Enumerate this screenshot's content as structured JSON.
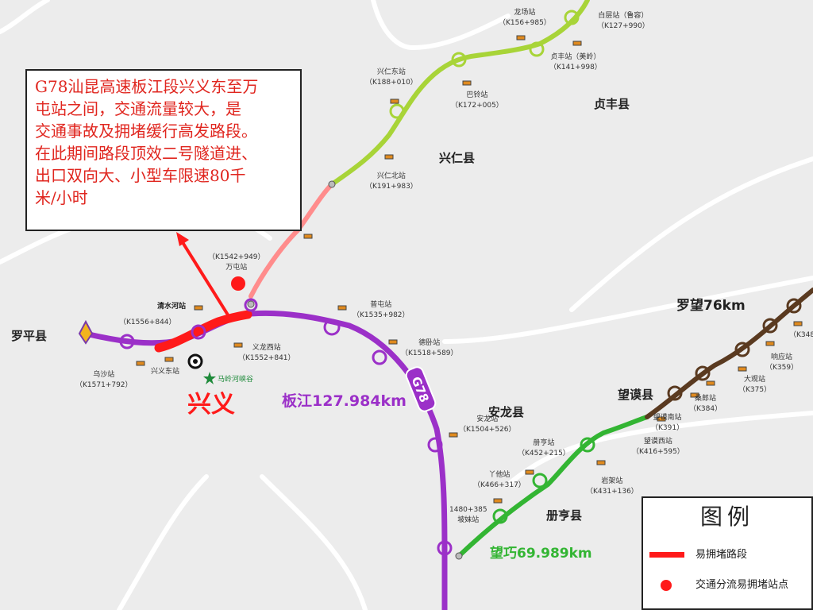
{
  "callout": {
    "lines": [
      "G78汕昆高速板江段兴义东至万",
      "屯站之间，交通流量较大，是",
      "交通事故及拥堵缓行高发路段。",
      "在此期间路段顶效二号隧道进、",
      "出口双向大、小型车限速80千",
      "米/小时"
    ]
  },
  "regions": {
    "zhenfeng": "贞丰县",
    "xingren": "兴仁县",
    "luoping": "罗平县",
    "xingyi": "兴义",
    "anlong": "安龙县",
    "wangmo": "望谟县",
    "ceheng": "册亨县"
  },
  "segments": {
    "banjiang": "板江127.984km",
    "wangqiao": "望巧69.989km",
    "luowang": "罗望76km",
    "g78": "G78"
  },
  "stations": [
    {
      "id": "longtou",
      "name": "龙场站",
      "km": "（K156+985）"
    },
    {
      "id": "baicheng",
      "name": "白层站（鲁容）",
      "km": "（K127+990）"
    },
    {
      "id": "zhenfeng",
      "name": "贞丰站（美岭）",
      "km": "（K141+998）"
    },
    {
      "id": "baijiao",
      "name": "巴铃站",
      "km": "（K172+005）"
    },
    {
      "id": "xingrendong",
      "name": "兴仁东站",
      "km": "（K188+010）"
    },
    {
      "id": "xingrenbei",
      "name": "兴仁北站",
      "km": "（K191+983）"
    },
    {
      "id": "wantun",
      "name": "万屯站",
      "km": "（K1542+949）"
    },
    {
      "id": "qingshuihe",
      "name": "清水河站",
      "km": ""
    },
    {
      "id": "wuweibei",
      "name": "",
      "km": "（K1556+844）"
    },
    {
      "id": "xingyixi",
      "name": "义龙西站",
      "km": "（K1552+841）"
    },
    {
      "id": "wusha",
      "name": "乌沙站",
      "km": "（K1571+792）"
    },
    {
      "id": "xingyidong",
      "name": "兴义东站",
      "km": ""
    },
    {
      "id": "malinghe",
      "name": "马岭河峡谷",
      "km": ""
    },
    {
      "id": "dingxiao",
      "name": "普屯站",
      "km": "（K1535+982）"
    },
    {
      "id": "dexi",
      "name": "德卧站",
      "km": "（K1518+589）"
    },
    {
      "id": "anlong",
      "name": "安龙站",
      "km": "（K1504+526）"
    },
    {
      "id": "cehengbei",
      "name": "册亨站",
      "km": "（K452+215）"
    },
    {
      "id": "dingtou",
      "name": "丫他站",
      "km": "（K466+317）"
    },
    {
      "id": "yanjia",
      "name": "岩架站",
      "km": "（K431+136）"
    },
    {
      "id": "wangqiao",
      "name": "坡妹站",
      "km": "1480+385"
    },
    {
      "id": "wangmo",
      "name": "望谟西站",
      "km": "（K416+595）"
    },
    {
      "id": "wanggang",
      "name": "望谟南站",
      "km": "（K391）"
    },
    {
      "id": "lugu",
      "name": "桑郎站",
      "km": "（K384）"
    },
    {
      "id": "dapin",
      "name": "大观站",
      "km": "（K375）"
    },
    {
      "id": "yangping",
      "name": "响应站",
      "km": "（K359）"
    },
    {
      "id": "luodian",
      "name": "",
      "km": "（K348"
    }
  ],
  "legend": {
    "title": "图例",
    "congested_segment": "易拥堵路段",
    "congested_station": "交通分流易拥堵站点"
  },
  "colors": {
    "banjiang": "#9b30c8",
    "congestion": "#ff1a1a",
    "xingren_road": "#a8d438",
    "pink_road": "#ff8c8c",
    "wangqiao": "#33b533",
    "luowang": "#5a3a20",
    "land": "#f2f2f2",
    "boundary": "#ffffff"
  }
}
